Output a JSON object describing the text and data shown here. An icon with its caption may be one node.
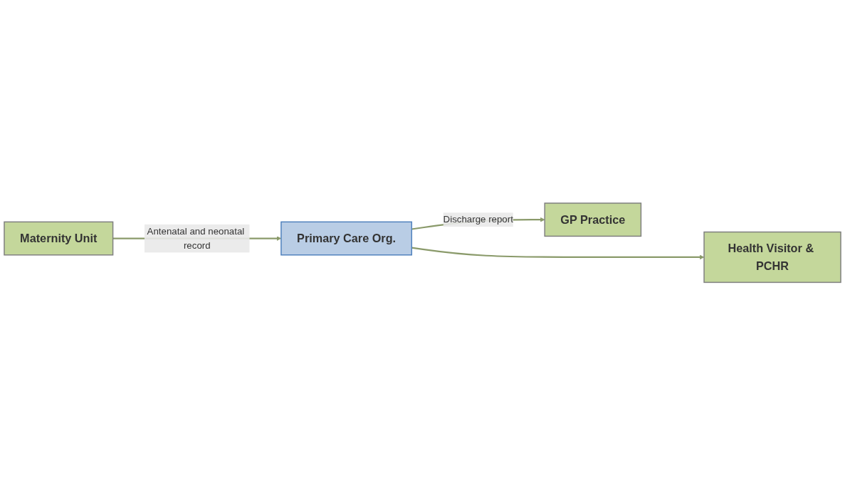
{
  "diagram": {
    "nodes": [
      {
        "text": [
          "Maternity Unit"
        ]
      },
      {
        "text": [
          "Primary Care Org."
        ]
      },
      {
        "text": [
          "GP Practice"
        ]
      },
      {
        "text": [
          "Health Visitor & PCHR"
        ]
      }
    ],
    "edges": [
      {
        "from": 0,
        "to": 1,
        "arrow": "to",
        "label": "Antenatal and neonatal record"
      },
      {
        "from": 1,
        "to": 2,
        "arrow": "to",
        "label": "Discharge report"
      },
      {
        "from": 1,
        "to": 3,
        "arrow": "to"
      }
    ]
  }
}
